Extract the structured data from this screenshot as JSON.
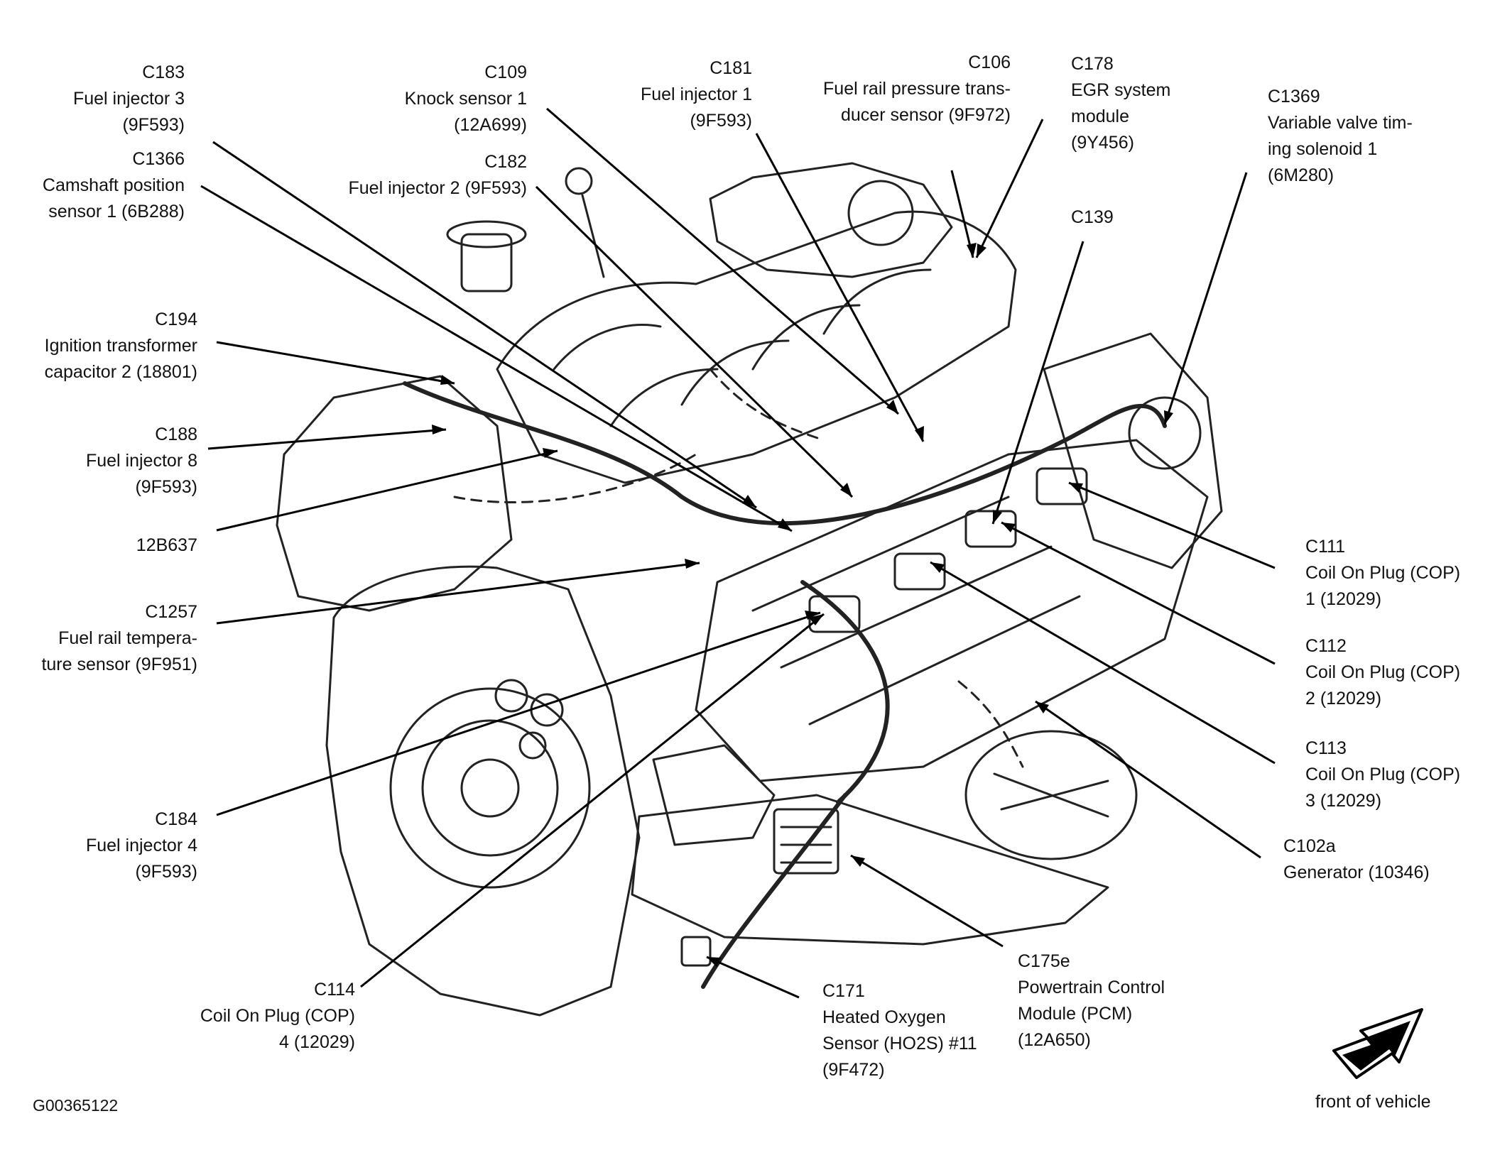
{
  "figure_id": "G00365122",
  "orientation_label": "front of vehicle",
  "icons": {
    "direction": "front-direction-arrow-icon"
  },
  "callouts": {
    "c183": {
      "lines": [
        "C183",
        "Fuel injector 3",
        "(9F593)"
      ]
    },
    "c1366": {
      "lines": [
        "C1366",
        "Camshaft position",
        "sensor 1 (6B288)"
      ]
    },
    "c109": {
      "lines": [
        "C109",
        "Knock sensor 1",
        "(12A699)"
      ]
    },
    "c182": {
      "lines": [
        "C182",
        "Fuel injector 2 (9F593)"
      ]
    },
    "c181": {
      "lines": [
        "C181",
        "Fuel injector 1",
        "(9F593)"
      ]
    },
    "c106": {
      "lines": [
        "C106",
        "Fuel rail pressure trans-",
        "ducer sensor (9F972)"
      ]
    },
    "c178": {
      "lines": [
        "C178",
        "EGR system",
        "module",
        "(9Y456)"
      ]
    },
    "c1369": {
      "lines": [
        "C1369",
        "Variable valve tim-",
        "ing solenoid 1",
        "(6M280)"
      ]
    },
    "c139": {
      "lines": [
        "C139"
      ]
    },
    "c194": {
      "lines": [
        "C194",
        "Ignition transformer",
        "capacitor 2 (18801)"
      ]
    },
    "c188": {
      "lines": [
        "C188",
        "Fuel injector 8",
        "(9F593)"
      ]
    },
    "b637": {
      "lines": [
        "12B637"
      ]
    },
    "c1257": {
      "lines": [
        "C1257",
        "Fuel rail tempera-",
        "ture sensor (9F951)"
      ]
    },
    "c184": {
      "lines": [
        "C184",
        "Fuel injector 4",
        "(9F593)"
      ]
    },
    "c114": {
      "lines": [
        "C114",
        "Coil On Plug (COP)",
        "4 (12029)"
      ]
    },
    "c171": {
      "lines": [
        "C171",
        "Heated Oxygen",
        "Sensor (HO2S) #11",
        "(9F472)"
      ]
    },
    "c175e": {
      "lines": [
        "C175e",
        "Powertrain Control",
        "Module (PCM)",
        "(12A650)"
      ]
    },
    "c111": {
      "lines": [
        "C111",
        "Coil On Plug (COP)",
        "1 (12029)"
      ]
    },
    "c112": {
      "lines": [
        "C112",
        "Coil On Plug (COP)",
        "2 (12029)"
      ]
    },
    "c113": {
      "lines": [
        "C113",
        "Coil On Plug (COP)",
        "3 (12029)"
      ]
    },
    "c102a": {
      "lines": [
        "C102a",
        "Generator (10346)"
      ]
    }
  }
}
